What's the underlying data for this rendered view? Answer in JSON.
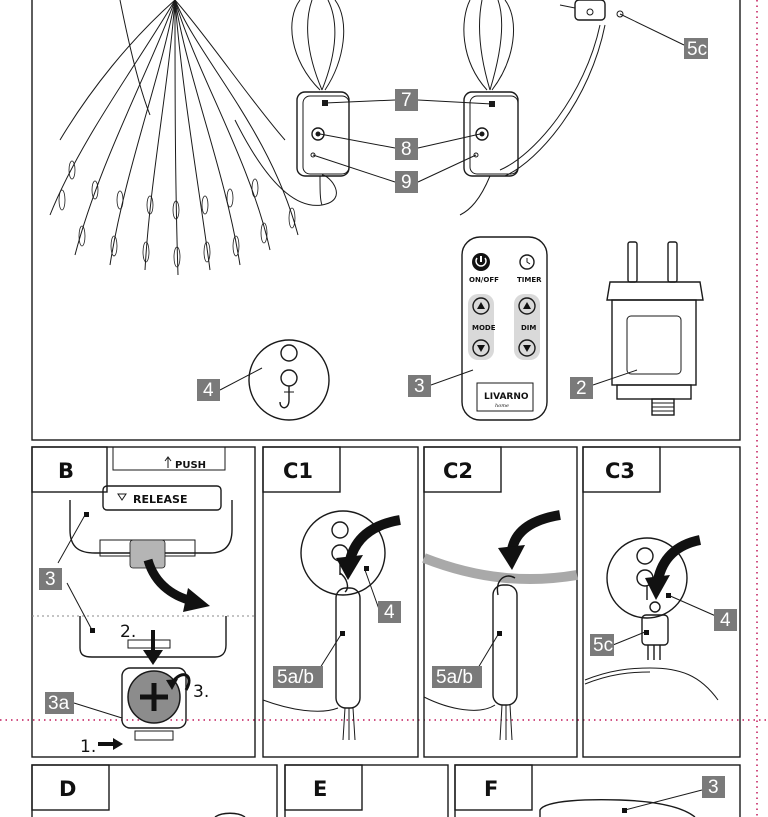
{
  "callouts": {
    "c7": "7",
    "c8": "8",
    "c9": "9",
    "c5c_top": "5c",
    "c4_top": "4",
    "c3_top": "3",
    "c2_top": "2",
    "b_3": "3",
    "b_3a": "3a",
    "c1_4": "4",
    "c1_5ab": "5a/b",
    "c2_5ab": "5a/b",
    "c3_4": "4",
    "c3_5c": "5c",
    "f_3": "3"
  },
  "panels": {
    "b": "B",
    "c1": "C1",
    "c2": "C2",
    "c3": "C3",
    "d": "D",
    "e": "E",
    "f": "F"
  },
  "remote": {
    "on_off": "ON/OFF",
    "timer": "TIMER",
    "mode": "MODE",
    "dim": "DIM",
    "brand": "LIVARNO",
    "brand_sub": "home"
  },
  "panel_b": {
    "push": "PUSH",
    "release": "RELEASE",
    "step1": "1.",
    "step2": "2.",
    "step3": "3."
  },
  "colors": {
    "callout_box": "#7a7a7a",
    "dotted_line": "#c2185b",
    "cable_gray": "#a9a9a9"
  }
}
